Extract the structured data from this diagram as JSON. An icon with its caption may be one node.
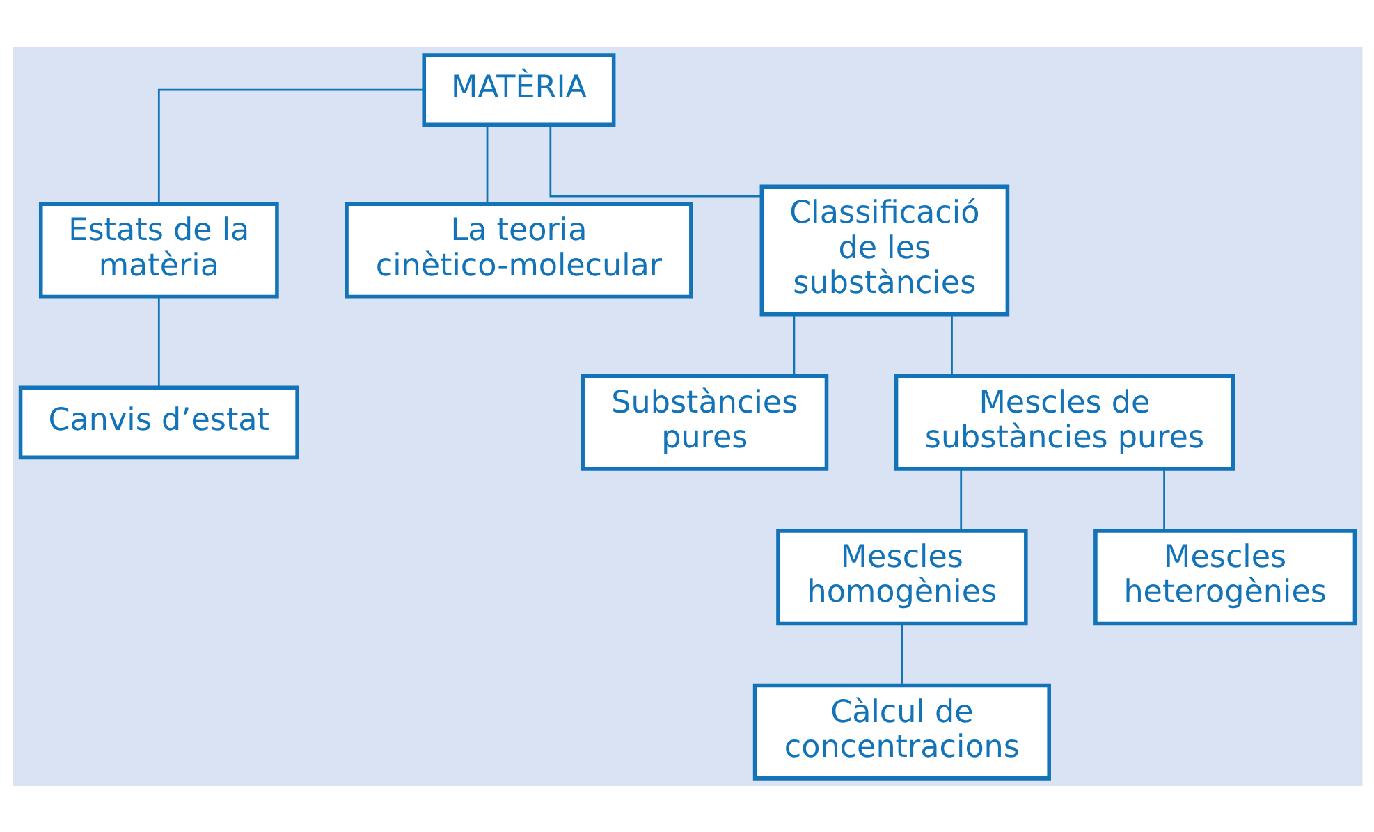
{
  "diagram": {
    "nodes": [
      {
        "text": [
          "MATÈRIA"
        ]
      },
      {
        "text": [
          "Estats de la matèria"
        ]
      },
      {
        "text": [
          "La teoria cinètico-molecular"
        ]
      },
      {
        "text": [
          "Classificació de les substàncies"
        ]
      },
      {
        "text": [
          "Canvis d’estat"
        ]
      },
      {
        "text": [
          "Substàncies pures"
        ]
      },
      {
        "text": [
          "Mescles de substàncies pures"
        ]
      },
      {
        "text": [
          "Mescles homogènies"
        ]
      },
      {
        "text": [
          "Mescles heterogènies"
        ]
      },
      {
        "text": [
          "Càlcul de concentracions"
        ]
      }
    ],
    "edges": [
      {
        "from": 0,
        "to": 1,
        "arrow": "none"
      },
      {
        "from": 0,
        "to": 2,
        "arrow": "none"
      },
      {
        "from": 0,
        "to": 3,
        "arrow": "none"
      },
      {
        "from": 1,
        "to": 4,
        "arrow": "none"
      },
      {
        "from": 3,
        "to": 5,
        "arrow": "none"
      },
      {
        "from": 3,
        "to": 6,
        "arrow": "none"
      },
      {
        "from": 6,
        "to": 7,
        "arrow": "none"
      },
      {
        "from": 6,
        "to": 8,
        "arrow": "none"
      },
      {
        "from": 7,
        "to": 9,
        "arrow": "none"
      }
    ]
  }
}
